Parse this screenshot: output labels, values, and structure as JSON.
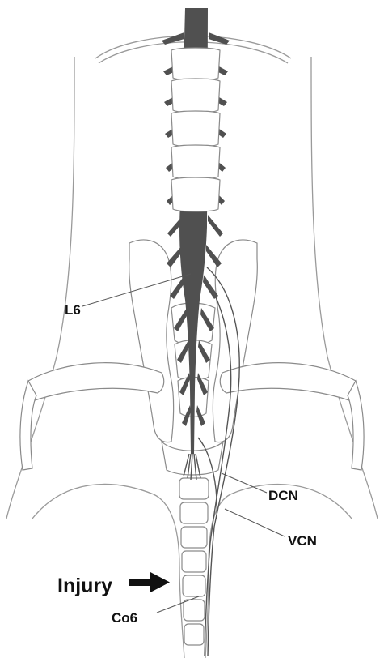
{
  "labels": {
    "l6": "L6",
    "dcn": "DCN",
    "vcn": "VCN",
    "injury": "Injury",
    "co6": "Co6"
  },
  "colors": {
    "cord": "#505050",
    "outline": "#9a9a9a",
    "text": "#111111"
  }
}
